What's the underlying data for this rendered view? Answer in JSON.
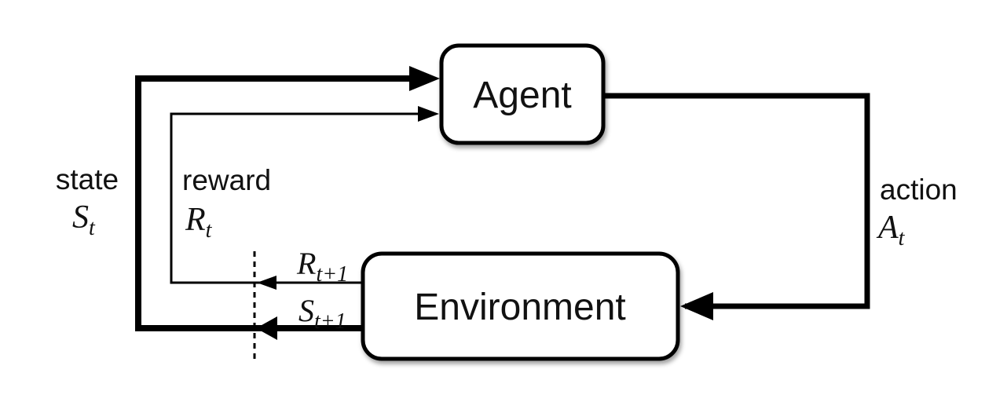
{
  "nodes": {
    "agent": "Agent",
    "environment": "Environment"
  },
  "labels": {
    "state": {
      "word": "state",
      "base": "S",
      "sub": "t"
    },
    "reward": {
      "word": "reward",
      "base": "R",
      "sub": "t"
    },
    "action": {
      "word": "action",
      "base": "A",
      "sub": "t"
    },
    "next_reward": {
      "base": "R",
      "sub": "t+1"
    },
    "next_state": {
      "base": "S",
      "sub": "t+1"
    }
  },
  "colors": {
    "line": "#000000",
    "box_fill": "#ffffff",
    "box_border": "#000000",
    "background": "#ffffff"
  }
}
